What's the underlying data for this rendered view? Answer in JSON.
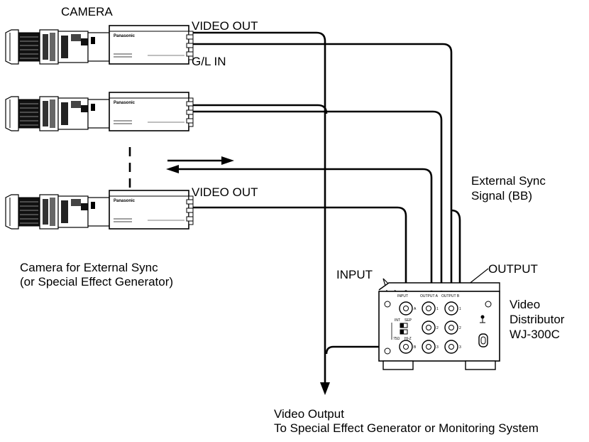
{
  "labels": {
    "camera": "CAMERA",
    "video_out_top": "VIDEO OUT",
    "gl_in": "G/L IN",
    "video_out_bottom": "VIDEO OUT",
    "ext_sync_cam_line1": "Camera for External Sync",
    "ext_sync_cam_line2": "(or Special Effect Generator)",
    "input": "INPUT",
    "output": "OUTPUT",
    "ext_sync_signal_line1": "External Sync",
    "ext_sync_signal_line2": "Signal (BB)",
    "distributor_line1": "Video",
    "distributor_line2": "Distributor",
    "distributor_line3": "WJ-300C",
    "video_output_line1": "Video Output",
    "video_output_line2": "To Special Effect Generator or Monitoring System"
  },
  "camera_brand": "Panasonic",
  "panel": {
    "input_label": "INPUT",
    "output_a_label": "OUTPUT A",
    "output_b_label": "OUTPUT B",
    "sw1_left": "INT",
    "sw1_right": "SEP",
    "sw2_left": "75Ω",
    "sw2_right": "HI-Z",
    "jack_a": "A",
    "jack_b": "B",
    "out_a1": "1",
    "out_a2": "2",
    "out_a3": "3",
    "out_b1": "1",
    "out_b2": "2",
    "out_b3": "3"
  },
  "colors": {
    "ink": "#000000",
    "paper": "#ffffff"
  }
}
